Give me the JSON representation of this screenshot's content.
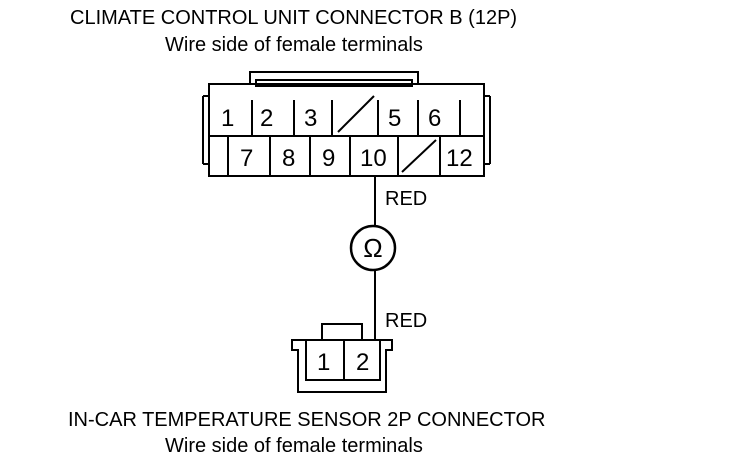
{
  "top_connector": {
    "title": "CLIMATE CONTROL UNIT CONNECTOR B (12P)",
    "subtitle": "Wire side of female terminals",
    "row1": [
      "1",
      "2",
      "3",
      "",
      "5",
      "6"
    ],
    "row2": [
      "7",
      "8",
      "9",
      "10",
      "",
      "12"
    ]
  },
  "wire": {
    "upper_label": "RED",
    "lower_label": "RED"
  },
  "meter": {
    "symbol": "Ω"
  },
  "bottom_connector": {
    "pins": [
      "1",
      "2"
    ],
    "title": "IN-CAR TEMPERATURE SENSOR 2P CONNECTOR",
    "subtitle": "Wire side of female terminals"
  }
}
